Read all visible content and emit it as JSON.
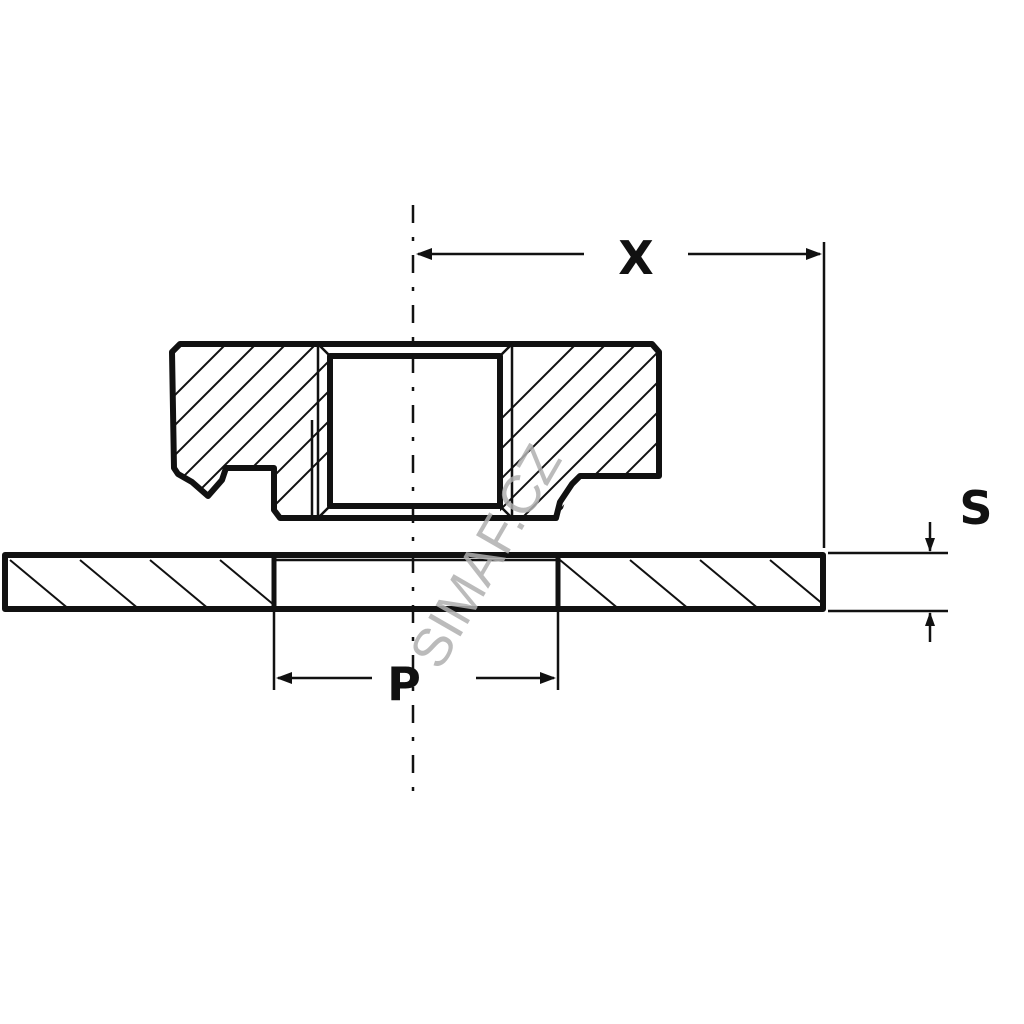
{
  "dimensions": {
    "x_label": "X",
    "s_label": "S",
    "p_label": "P"
  },
  "watermark": {
    "text": "SIMAF.CZ"
  },
  "colors": {
    "line": "#111111",
    "background": "#ffffff",
    "watermark": "#b0b0b0"
  }
}
